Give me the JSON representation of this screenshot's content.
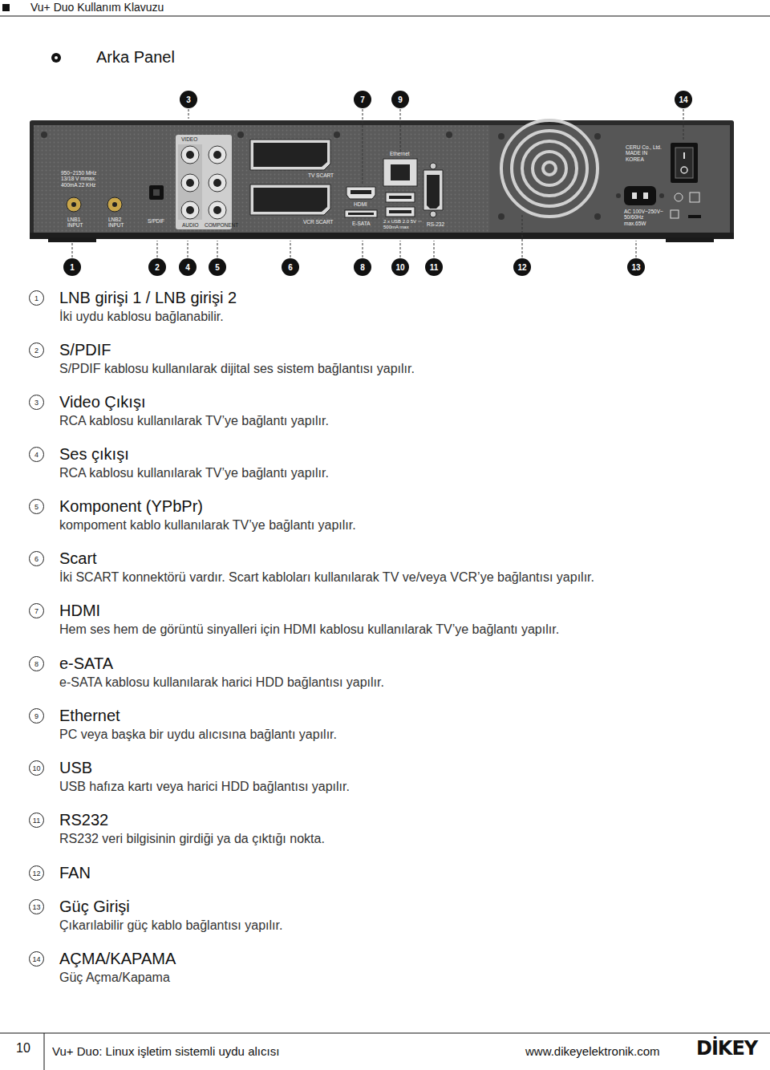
{
  "diagram": {
    "title": "Arka Panel",
    "nodes": [
      {
        "text": [
          "3"
        ]
      },
      {
        "text": [
          "7"
        ]
      },
      {
        "text": [
          "9"
        ]
      },
      {
        "text": [
          "14"
        ]
      },
      {
        "text": [
          "1"
        ]
      },
      {
        "text": [
          "2"
        ]
      },
      {
        "text": [
          "4"
        ]
      },
      {
        "text": [
          "5"
        ]
      },
      {
        "text": [
          "6"
        ]
      },
      {
        "text": [
          "8"
        ]
      },
      {
        "text": [
          "10"
        ]
      },
      {
        "text": [
          "11"
        ]
      },
      {
        "text": [
          "12"
        ]
      },
      {
        "text": [
          "13"
        ]
      },
      {
        "text": [
          "1",
          "LNB girişi 1 / LNB girişi 2",
          "İki uydu kablosu bağlanabilir."
        ]
      },
      {
        "text": [
          "2",
          "S/PDIF",
          "S/PDIF kablosu kullanılarak dijital ses sistem bağlantısı yapılır."
        ]
      },
      {
        "text": [
          "3",
          "Video Çıkışı",
          "RCA kablosu kullanılarak TV’ye bağlantı yapılır."
        ]
      },
      {
        "text": [
          "4",
          "Ses çıkışı",
          "RCA kablosu kullanılarak TV’ye bağlantı yapılır."
        ]
      },
      {
        "text": [
          "5",
          "Komponent (YPbPr)",
          "kompoment kablo kullanılarak TV’ye bağlantı yapılır."
        ]
      },
      {
        "text": [
          "6",
          "Scart",
          "İki SCART konnektörü vardır. Scart kabloları kullanılarak TV ve/veya VCR’ye bağlantısı yapılır."
        ]
      },
      {
        "text": [
          "7",
          "HDMI",
          "Hem ses hem de görüntü sinyalleri için HDMI kablosu kullanılarak TV’ye bağlantı yapılır."
        ]
      },
      {
        "text": [
          "8",
          "e-SATA",
          "e-SATA kablosu kullanılarak harici HDD bağlantısı yapılır."
        ]
      },
      {
        "text": [
          "9",
          "Ethernet",
          "PC veya başka bir uydu alıcısına bağlantı yapılır."
        ]
      },
      {
        "text": [
          "10",
          "USB",
          "USB hafıza kartı veya harici HDD bağlantısı yapılır."
        ]
      },
      {
        "text": [
          "11",
          "RS232",
          "RS232 veri bilgisinin girdiği ya da çıktığı nokta."
        ]
      },
      {
        "text": [
          "12",
          "FAN"
        ]
      },
      {
        "text": [
          "13",
          "Güç Girişi",
          "Çıkarılabilir güç kablo bağlantısı yapılır."
        ]
      },
      {
        "text": [
          "14",
          "AÇMA/KAPAMA",
          "Güç Açma/Kapama"
        ]
      }
    ],
    "labels": [
      "Vu+ Duo Kullanım Klavuzu",
      "950~2150 MHz 13/18 V mmax. 400mA 22 KHz",
      "LNB1 INPUT",
      "LNB2 INPUT",
      "S/PDIF",
      "VIDEO",
      "AUDIO",
      "COMPONENT",
      "TV SCART",
      "VCR SCART",
      "HDMI",
      "E-SATA",
      "Ethernet",
      "2 x USB 2.0 5V ⎓ 500mA max",
      "RS-232",
      "CERU Co., Ltd. MADE IN KOREA",
      "AC 100V~250V~ 50/60Hz max.65W",
      "10",
      "Vu+ Duo: Linux işletim sistemli uydu alıcısı",
      "www.dikeyelektronik.com",
      "DİKEY"
    ]
  }
}
